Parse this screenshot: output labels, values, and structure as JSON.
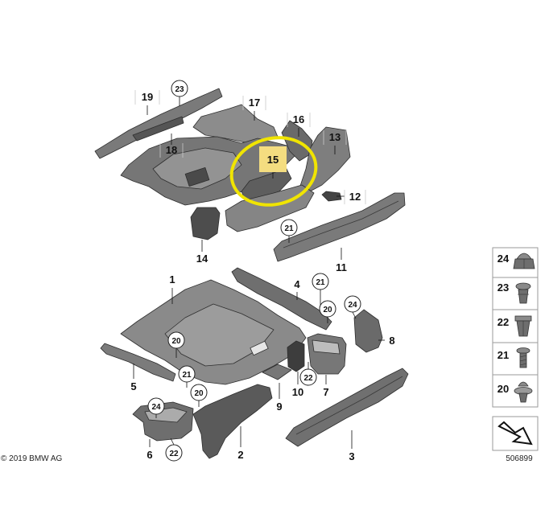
{
  "copyright": "© 2019 BMW AG",
  "diagram_number": "506899",
  "highlight": {
    "label": "15",
    "fill": "#f4dd80",
    "ring_color": "#f0e400"
  },
  "labels": [
    "19",
    "17",
    "16",
    "13",
    "18",
    "12",
    "14",
    "11",
    "1",
    "4",
    "8",
    "10",
    "7",
    "5",
    "9",
    "2",
    "6",
    "3"
  ],
  "circles": [
    "23",
    "21",
    "21",
    "20",
    "24",
    "20",
    "21",
    "22",
    "20",
    "24",
    "22"
  ],
  "legend": [
    {
      "label": "24",
      "icon": "nut-icon"
    },
    {
      "label": "23",
      "icon": "push-clip-icon"
    },
    {
      "label": "22",
      "icon": "spreader-clip-icon"
    },
    {
      "label": "21",
      "icon": "screw-icon"
    },
    {
      "label": "20",
      "icon": "washer-clip-icon"
    }
  ],
  "legend_footer_icon": "arrow-box-icon",
  "colors": {
    "part_light": "#8a8a8a",
    "part_mid": "#767676",
    "part_dark": "#4d4d4d"
  }
}
